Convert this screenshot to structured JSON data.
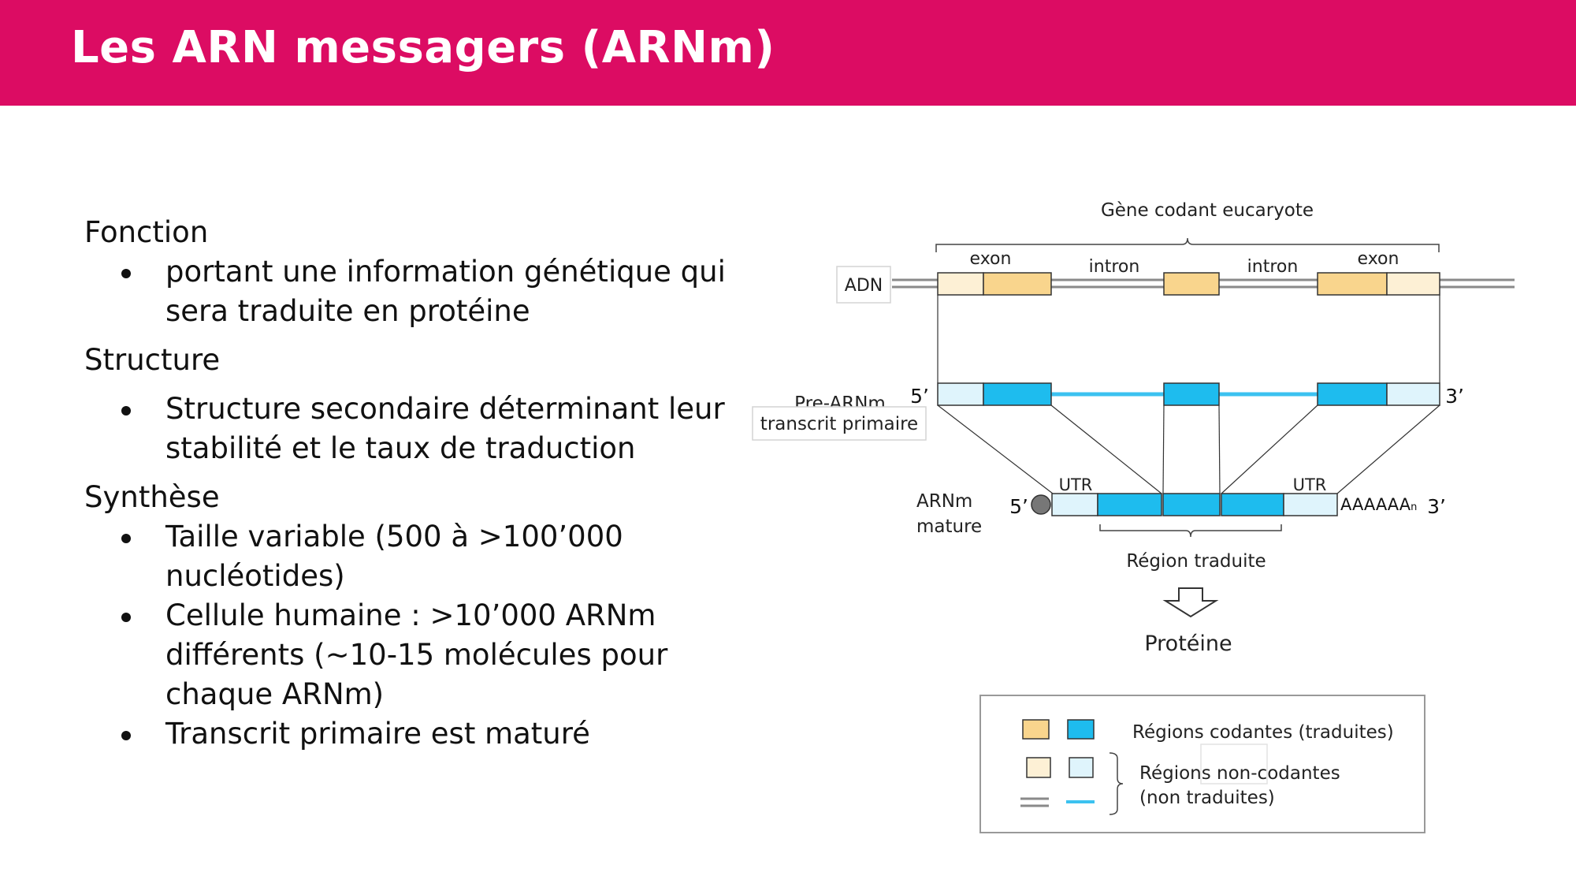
{
  "slide": {
    "title": "Les ARN messagers (ARNm)"
  },
  "sections": [
    {
      "title": "Fonction",
      "bullets": [
        "portant une information génétique qui sera traduite en protéine"
      ]
    },
    {
      "title": "Structure",
      "bullets": [
        "Structure secondaire déterminant leur stabilité et le taux de traduction"
      ]
    },
    {
      "title": "Synthèse",
      "bullets": [
        " Taille variable (500 à >100’000 nucléotides)",
        "Cellule humaine : >10’000 ARNm différents (~10-15 molécules pour chaque ARNm)",
        "Transcrit primaire est maturé"
      ]
    }
  ],
  "diagram": {
    "gene_label": "Gène codant eucaryote",
    "dna_label": "ADN",
    "exon_label": "exon",
    "intron_label": "intron",
    "pre_mrna_label": "Pre-ARNm",
    "primary_transcript_label": "transcrit primaire",
    "five_prime": "5’",
    "three_prime": "3’",
    "mature_label_line1": "ARNm",
    "mature_label_line2": "mature",
    "utr_label": "UTR",
    "polya_label": "AAAAAA",
    "polya_sub": "n",
    "translated_region_label": "Région traduite",
    "protein_label": "Protéine",
    "legend": {
      "coding_label": "Régions codantes (traduites)",
      "noncoding_line1": "Régions non-codantes",
      "noncoding_line2": "(non traduites)"
    },
    "colors": {
      "exon_coding": "#f9d58d",
      "exon_noncoding": "#fdf0d5",
      "rna_coding": "#1ebcee",
      "rna_noncoding": "#dff4fc",
      "dna_line": "#8a8a8a",
      "rna_line": "#3cc2f0",
      "cap": "#777777"
    }
  }
}
